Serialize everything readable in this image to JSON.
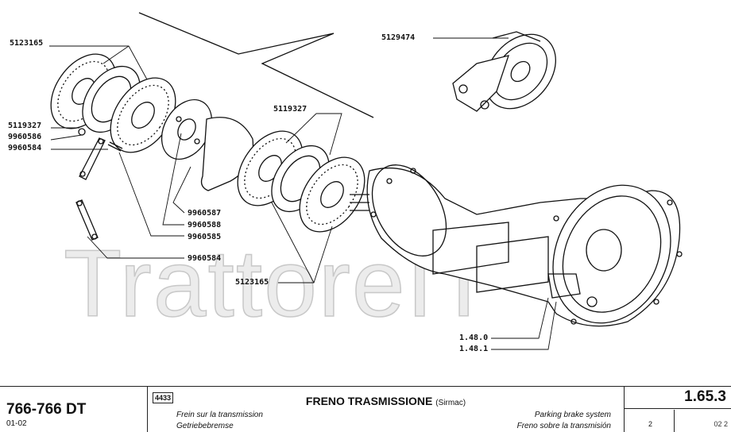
{
  "watermark": "TrattoreIT",
  "callouts": {
    "c1": "5123165",
    "c2": "5119327",
    "c3": "9960586",
    "c4": "9960584",
    "c5": "9960587",
    "c6": "9960588",
    "c7": "9960585",
    "c8": "9960584",
    "c9": "5119327",
    "c10": "5123165",
    "c11": "5129474",
    "c12": "1.48.0",
    "c13": "1.48.1"
  },
  "titleblock": {
    "model": "766-766 DT",
    "edition": "01-02",
    "code": "4433",
    "title": "FRENO TRASMISSIONE",
    "title_note": "(Sirmac)",
    "title_fr": "Frein sur la transmission",
    "title_de": "Getriebebremse",
    "title_en": "Parking brake system",
    "title_es": "Freno sobre la transmisión",
    "ref": "1.65.3",
    "sheet": "2",
    "date": "02 2"
  }
}
